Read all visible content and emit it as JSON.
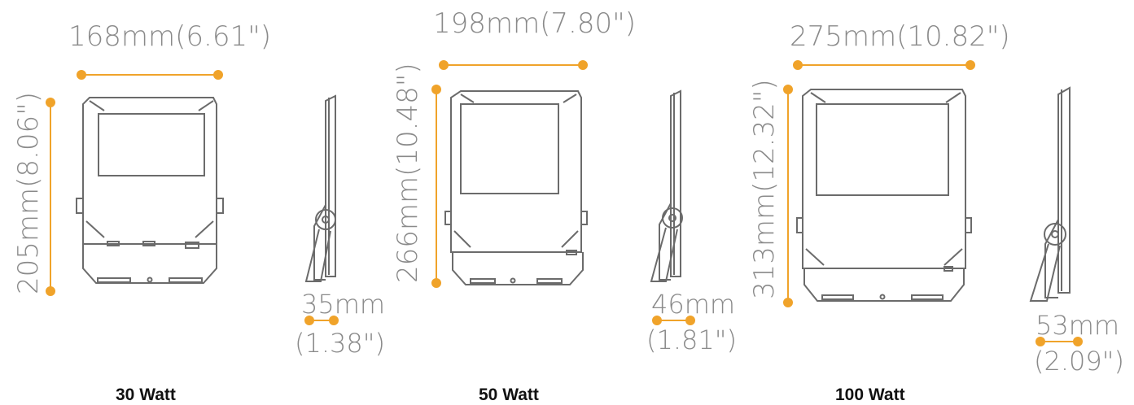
{
  "accent_color": "#f0a32a",
  "outline_color": "#6b6b6b",
  "models": [
    {
      "name": "30 Watt",
      "width": "168mm(6.61\")",
      "height": "205mm(8.06\")",
      "depth_mm": "35mm",
      "depth_in": "(1.38\")"
    },
    {
      "name": "50 Watt",
      "width": "198mm(7.80\")",
      "height": "266mm(10.48\")",
      "depth_mm": "46mm",
      "depth_in": "(1.81\")"
    },
    {
      "name": "100 Watt",
      "width": "275mm(10.82\")",
      "height": "313mm(12.32\")",
      "depth_mm": "53mm",
      "depth_in": "(2.09\")"
    }
  ]
}
